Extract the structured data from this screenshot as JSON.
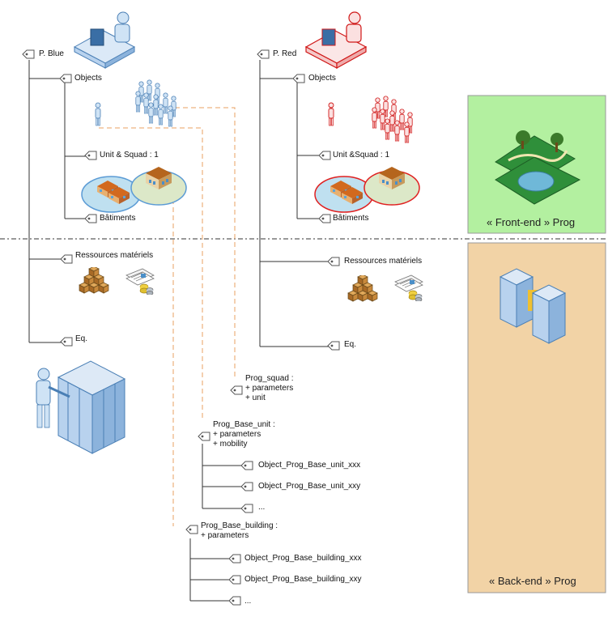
{
  "player_blue": {
    "root": "P. Blue",
    "objects": "Objects",
    "unit_squad": "Unit & Squad : 1",
    "buildings": "Bâtiments",
    "resources": "Ressources matériels",
    "equipment": "Eq."
  },
  "player_red": {
    "root": "P. Red",
    "objects": "Objects",
    "unit_squad": "Unit &Squad : 1",
    "buildings": "Bâtiments",
    "resources": "Ressources matériels",
    "equipment": "Eq."
  },
  "panels": {
    "front_end": "« Front-end » Prog",
    "back_end": "« Back-end » Prog",
    "front_color": "#b3f0a0",
    "back_color": "#f2d3a6"
  },
  "classes": {
    "squad": "Prog_squad :\n+ parameters\n+ unit",
    "base_unit": "Prog_Base_unit :\n+ parameters\n+ mobility",
    "base_unit_children": [
      "Object_Prog_Base_unit_xxx",
      "Object_Prog_Base_unit_xxy",
      "..."
    ],
    "base_building": "Prog_Base_building :\n+ parameters",
    "base_building_children": [
      "Object_Prog_Base_building_xxx",
      "Object_Prog_Base_building_xxy",
      "..."
    ]
  },
  "colors": {
    "blue_accent": "#5b9bd5",
    "red_accent": "#e02020",
    "dashed_link": "#e8a060",
    "tree_line": "#333333"
  }
}
